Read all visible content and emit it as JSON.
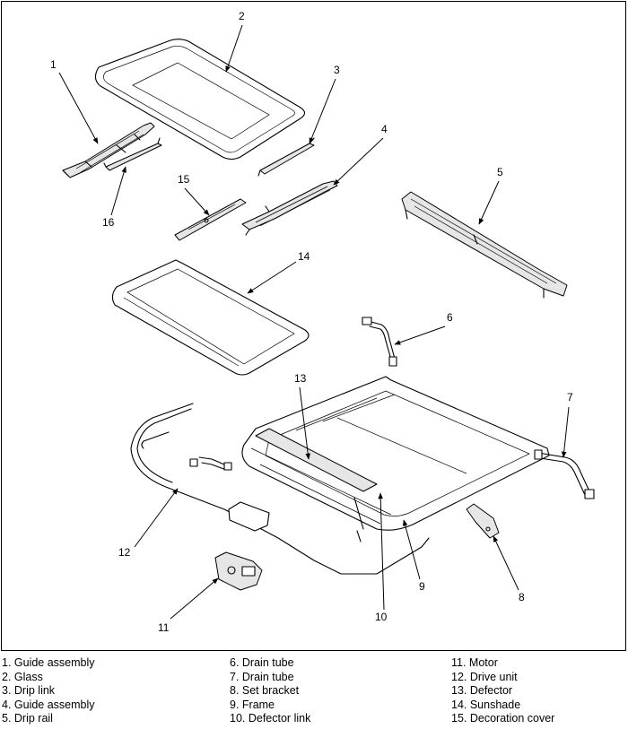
{
  "callouts": {
    "n1": "1",
    "n2": "2",
    "n3": "3",
    "n4": "4",
    "n5": "5",
    "n6": "6",
    "n7": "7",
    "n8": "8",
    "n9": "9",
    "n10": "10",
    "n11": "11",
    "n12": "12",
    "n13": "13",
    "n14": "14",
    "n15": "15",
    "n16": "16"
  },
  "legend": {
    "col1": [
      "1. Guide assembly",
      "2. Glass",
      "3. Drip link",
      "4. Guide assembly",
      "5. Drip rail"
    ],
    "col2": [
      "6. Drain tube",
      "7. Drain tube",
      "8. Set bracket",
      "9. Frame",
      "10. Defector link"
    ],
    "col3": [
      "11. Motor",
      "12. Drive unit",
      "13. Defector",
      "14. Sunshade",
      "15. Decoration cover"
    ]
  }
}
